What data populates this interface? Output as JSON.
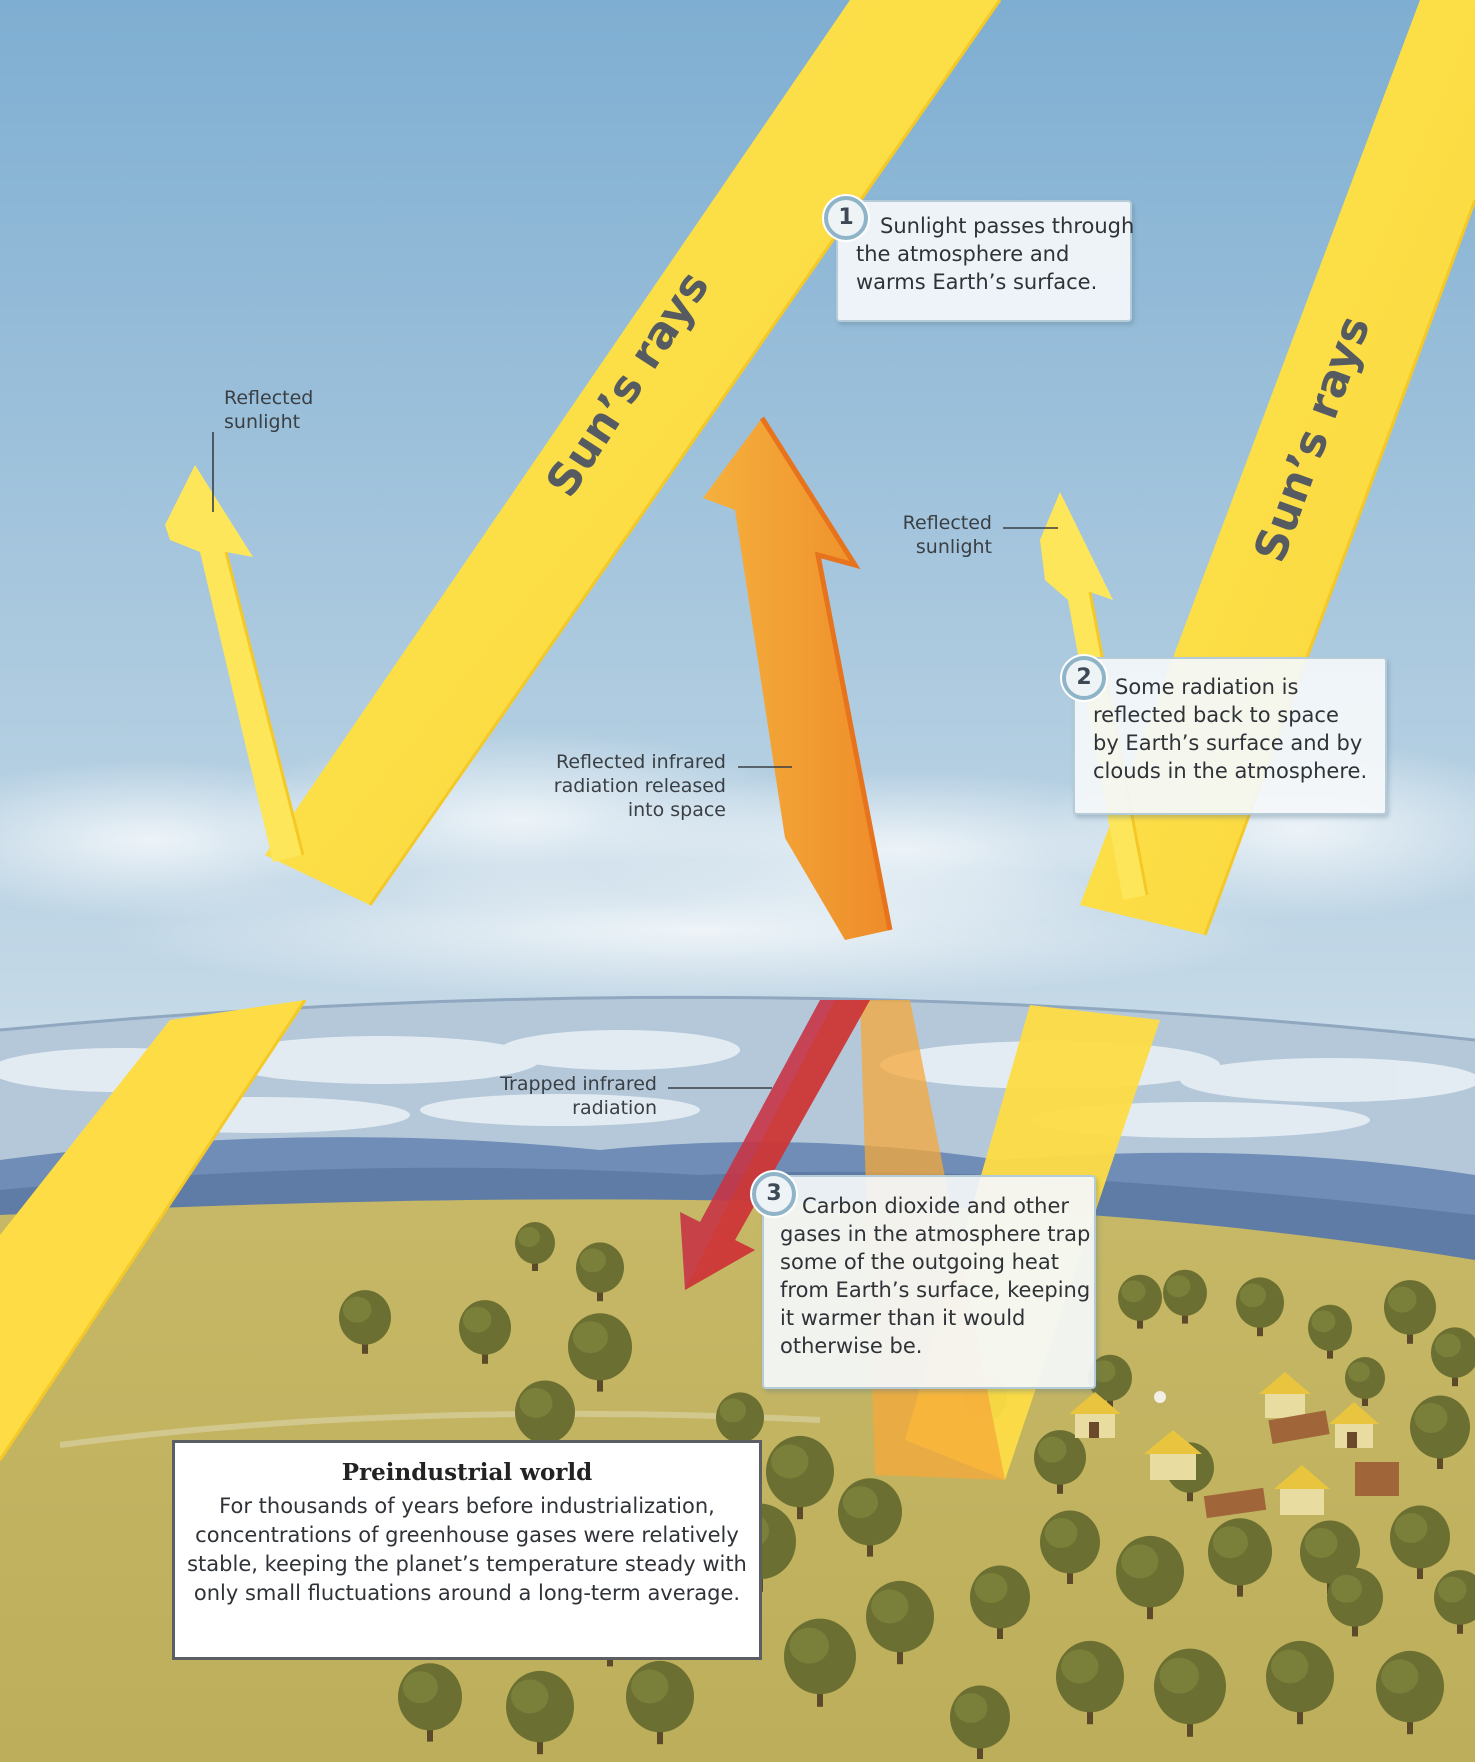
{
  "colors": {
    "sky_top": "#7fb0d3",
    "sky_bottom": "#c9ddea",
    "sun_ray": "#fde24f",
    "infrared_reflected": "#f2a535",
    "infrared_trapped": "#c8303e",
    "ground": "#c3b664",
    "trees": "#6a6e30",
    "ocean": "#6d8cb6"
  },
  "rays": {
    "label_1": "Sun’s rays",
    "label_2": "Sun’s rays"
  },
  "labels": {
    "reflected_sunlight_left": [
      "Reflected",
      "sunlight"
    ],
    "reflected_sunlight_right": [
      "Reflected",
      "sunlight"
    ],
    "reflected_infrared": [
      "Reflected infrared",
      "radiation released",
      "into space"
    ],
    "trapped_infrared": [
      "Trapped infrared",
      "radiation"
    ]
  },
  "callouts": [
    {
      "number": "1",
      "lines": [
        "Sunlight passes through",
        "the atmosphere and",
        "warms Earth’s surface."
      ]
    },
    {
      "number": "2",
      "lines": [
        "Some radiation is",
        "reflected back to space",
        "by Earth’s surface and by",
        "clouds in the atmosphere."
      ]
    },
    {
      "number": "3",
      "lines": [
        "Carbon dioxide and other",
        "gases in the atmosphere trap",
        "some of the outgoing heat",
        "from Earth’s surface, keeping",
        "it warmer than it would",
        "otherwise be."
      ]
    }
  ],
  "info_box": {
    "title": "Preindustrial world",
    "lines": [
      "For thousands of years before industrialization,",
      "concentrations of greenhouse gases were relatively",
      "stable, keeping the planet’s temperature steady with",
      "only small fluctuations around a long-term average."
    ]
  }
}
